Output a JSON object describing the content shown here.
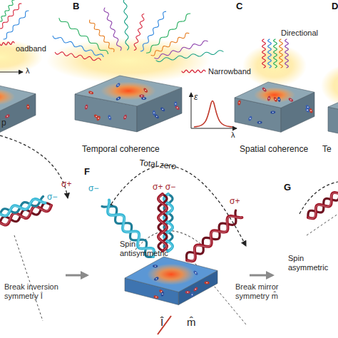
{
  "diagram": {
    "labels": [
      "oadband",
      "λ",
      "B",
      "Narrowband",
      "ε",
      "λ",
      "Temporal coherence",
      "C",
      "Directional",
      "Spatial coherence",
      "D",
      "Te",
      "p",
      "σ+",
      "σ−",
      "F",
      "Total zero",
      "σ−",
      "σ+ σ−",
      "σ+",
      "Spin antisymmetric",
      "Break inversion symmetry Î",
      "G",
      "Spin asymmetric",
      "Break mirror symmetry m̂",
      "Î",
      "m̂"
    ]
  }
}
